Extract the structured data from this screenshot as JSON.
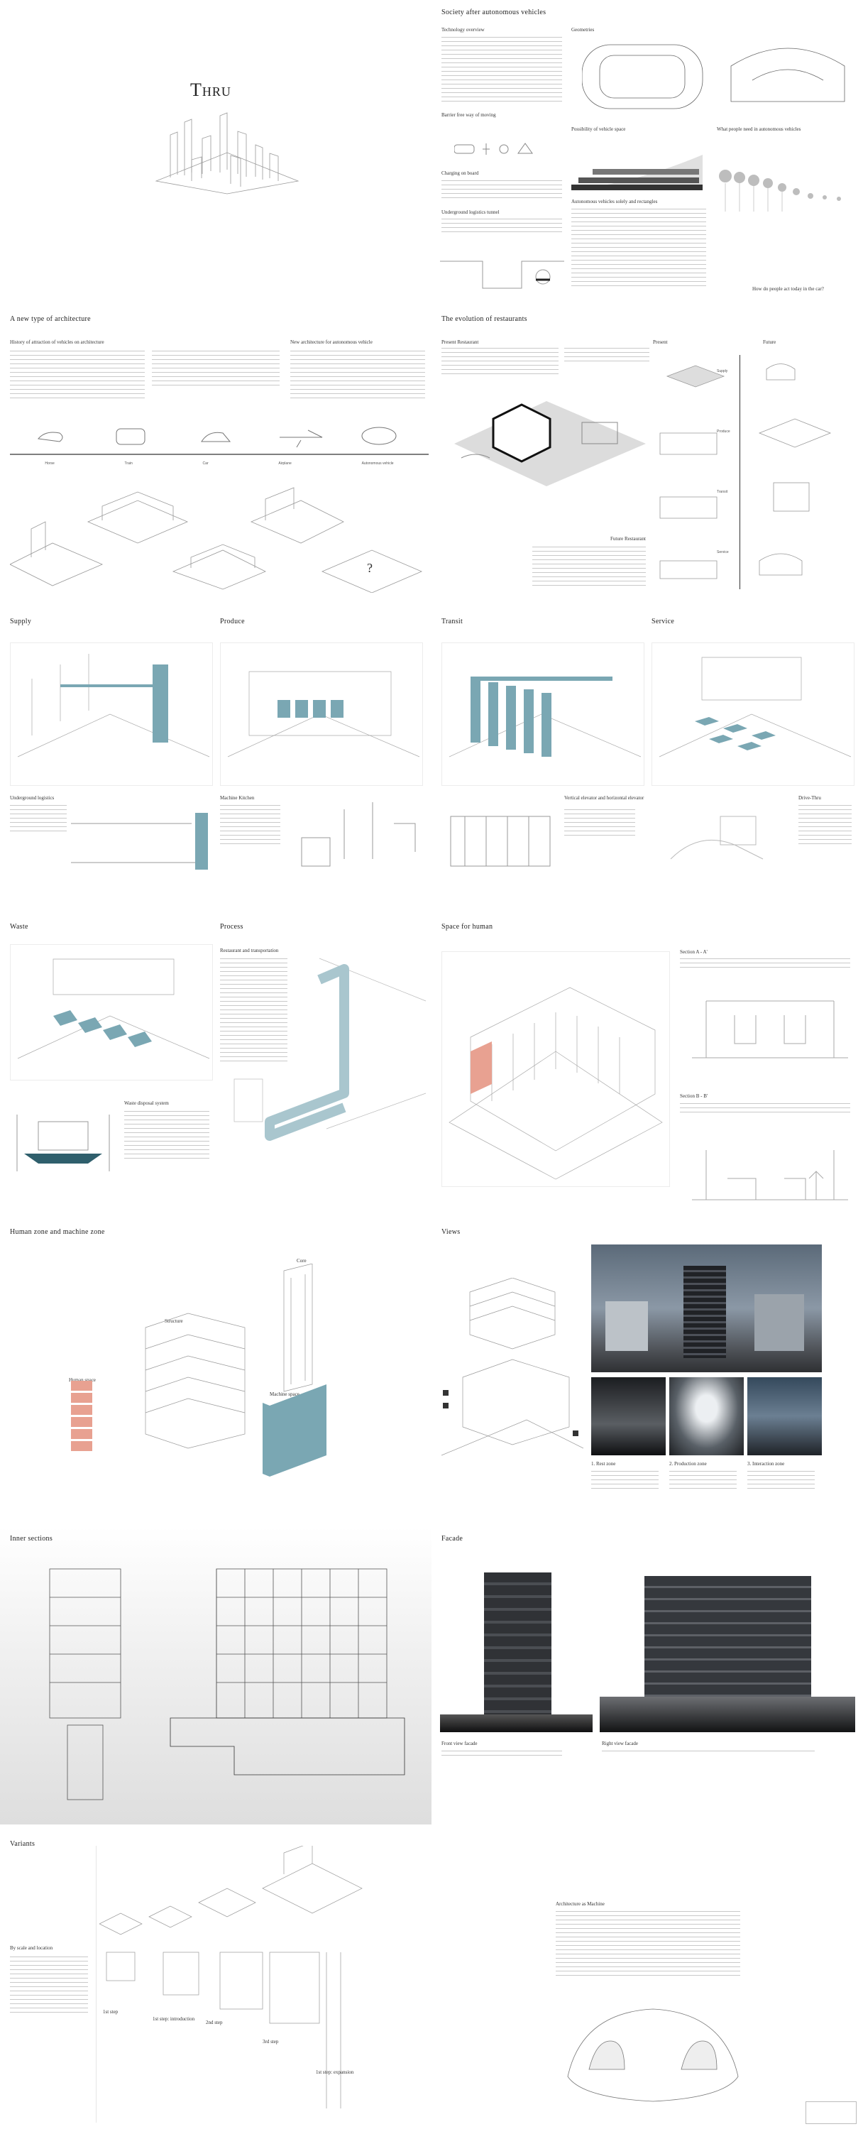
{
  "title": "Thru",
  "sections": {
    "society": {
      "title": "Society after autonomous vehicles",
      "technology_overview": "Technology overview",
      "barrier_free": "Barrier free way of moving",
      "charging": "Charging on board",
      "underground": "Underground logistics tunnel",
      "geometries": "Geometries",
      "possibility": "Possibility of vehicle space",
      "autonomous_logistics": "Autonomous vehicles solely and rectangles",
      "people_needs": "What people need in autonomous vehicles",
      "spend_time": "How do people act today in the car?"
    },
    "new_architecture": {
      "title": "A new type of architecture",
      "history": "History of attraction of vehicles on architecture",
      "new_arch": "New architecture for autonomous vehicle",
      "timeline": [
        "Horse",
        "Train",
        "Car",
        "Airplane",
        "Autonomous vehicle"
      ]
    },
    "restaurants": {
      "title": "The evolution of restaurants",
      "present_restaurant": "Present Restaurant",
      "future_restaurant": "Future Restaurant",
      "present": "Present",
      "future": "Future",
      "stages": [
        "Supply",
        "Produce",
        "Transit",
        "Service"
      ]
    },
    "supply": {
      "title": "Supply",
      "detail": "Underground logistics"
    },
    "produce": {
      "title": "Produce",
      "detail": "Machine Kitchen"
    },
    "transit": {
      "title": "Transit",
      "detail": "Vertical elevator and horizontal elevator"
    },
    "service": {
      "title": "Service",
      "detail": "Drive-Thru"
    },
    "waste": {
      "title": "Waste",
      "detail": "Waste disposal system"
    },
    "process": {
      "title": "Process",
      "detail": "Restaurant and transportation"
    },
    "space_for_human": {
      "title": "Space for human",
      "section_a": "Section A - A'",
      "section_b": "Section B - B'"
    },
    "human_zone": {
      "title": "Human zone and machine zone",
      "core": "Core",
      "structure": "Structure",
      "human_space": "Human space",
      "machine_space": "Machine space"
    },
    "views": {
      "title": "Views",
      "captions": [
        "1. Rest zone",
        "2. Production zone",
        "3. Interaction zone"
      ]
    },
    "inner_sections": {
      "title": "Inner sections"
    },
    "facade": {
      "title": "Facade",
      "front": "Front view facade",
      "right": "Right view facade"
    },
    "variants": {
      "title": "Variants",
      "by_scale": "By scale and location",
      "labels": [
        "1st step",
        "1st step: introduction",
        "2nd step",
        "3rd step",
        "1st step: expansion"
      ]
    },
    "machine": {
      "title": "Architecture as Machine"
    }
  },
  "markers": {
    "question": "?"
  },
  "colors": {
    "accent": "#7aa7b3",
    "human": "#e8a191",
    "line": "#777777"
  }
}
